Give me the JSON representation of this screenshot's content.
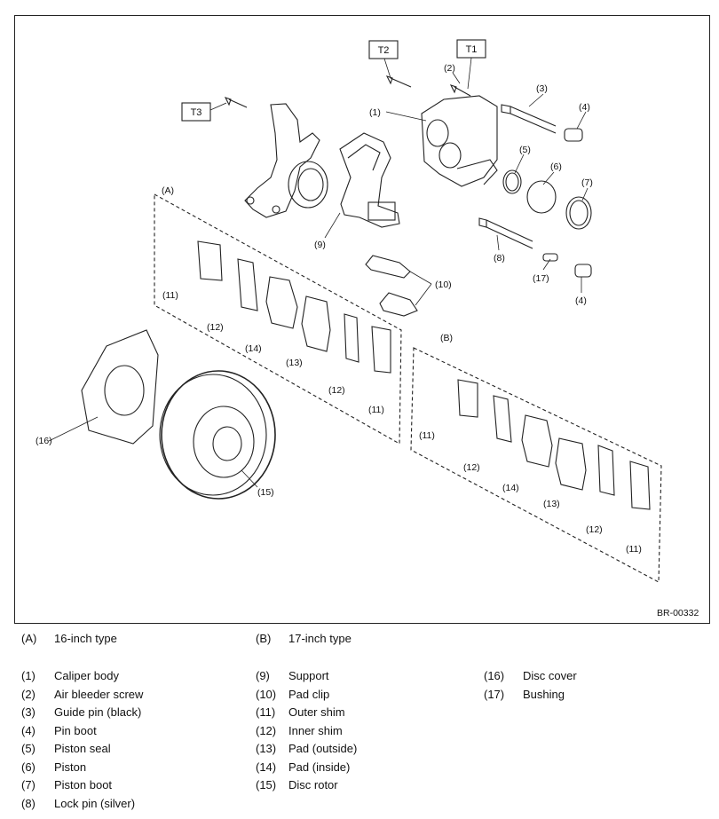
{
  "figure": {
    "id_code": "BR-00332",
    "torque_labels": [
      "T1",
      "T2",
      "T3"
    ],
    "group_labels": [
      "(A)",
      "(B)"
    ],
    "callouts": [
      "(1)",
      "(2)",
      "(3)",
      "(4)",
      "(5)",
      "(6)",
      "(7)",
      "(8)",
      "(9)",
      "(10)",
      "(11)",
      "(12)",
      "(13)",
      "(14)",
      "(15)",
      "(16)",
      "(17)"
    ]
  },
  "legend": {
    "types": [
      {
        "code": "(A)",
        "label": "16-inch type"
      },
      {
        "code": "(B)",
        "label": "17-inch type"
      }
    ],
    "col1": [
      {
        "code": "(1)",
        "label": "Caliper body"
      },
      {
        "code": "(2)",
        "label": "Air bleeder screw"
      },
      {
        "code": "(3)",
        "label": "Guide pin (black)"
      },
      {
        "code": "(4)",
        "label": "Pin boot"
      },
      {
        "code": "(5)",
        "label": "Piston seal"
      },
      {
        "code": "(6)",
        "label": "Piston"
      },
      {
        "code": "(7)",
        "label": "Piston boot"
      },
      {
        "code": "(8)",
        "label": "Lock pin (silver)"
      }
    ],
    "col2": [
      {
        "code": "(9)",
        "label": "Support"
      },
      {
        "code": "(10)",
        "label": "Pad clip"
      },
      {
        "code": "(11)",
        "label": "Outer shim"
      },
      {
        "code": "(12)",
        "label": "Inner shim"
      },
      {
        "code": "(13)",
        "label": "Pad (outside)"
      },
      {
        "code": "(14)",
        "label": "Pad (inside)"
      },
      {
        "code": "(15)",
        "label": "Disc rotor"
      }
    ],
    "col3": [
      {
        "code": "(16)",
        "label": "Disc cover"
      },
      {
        "code": "(17)",
        "label": "Bushing"
      }
    ]
  }
}
